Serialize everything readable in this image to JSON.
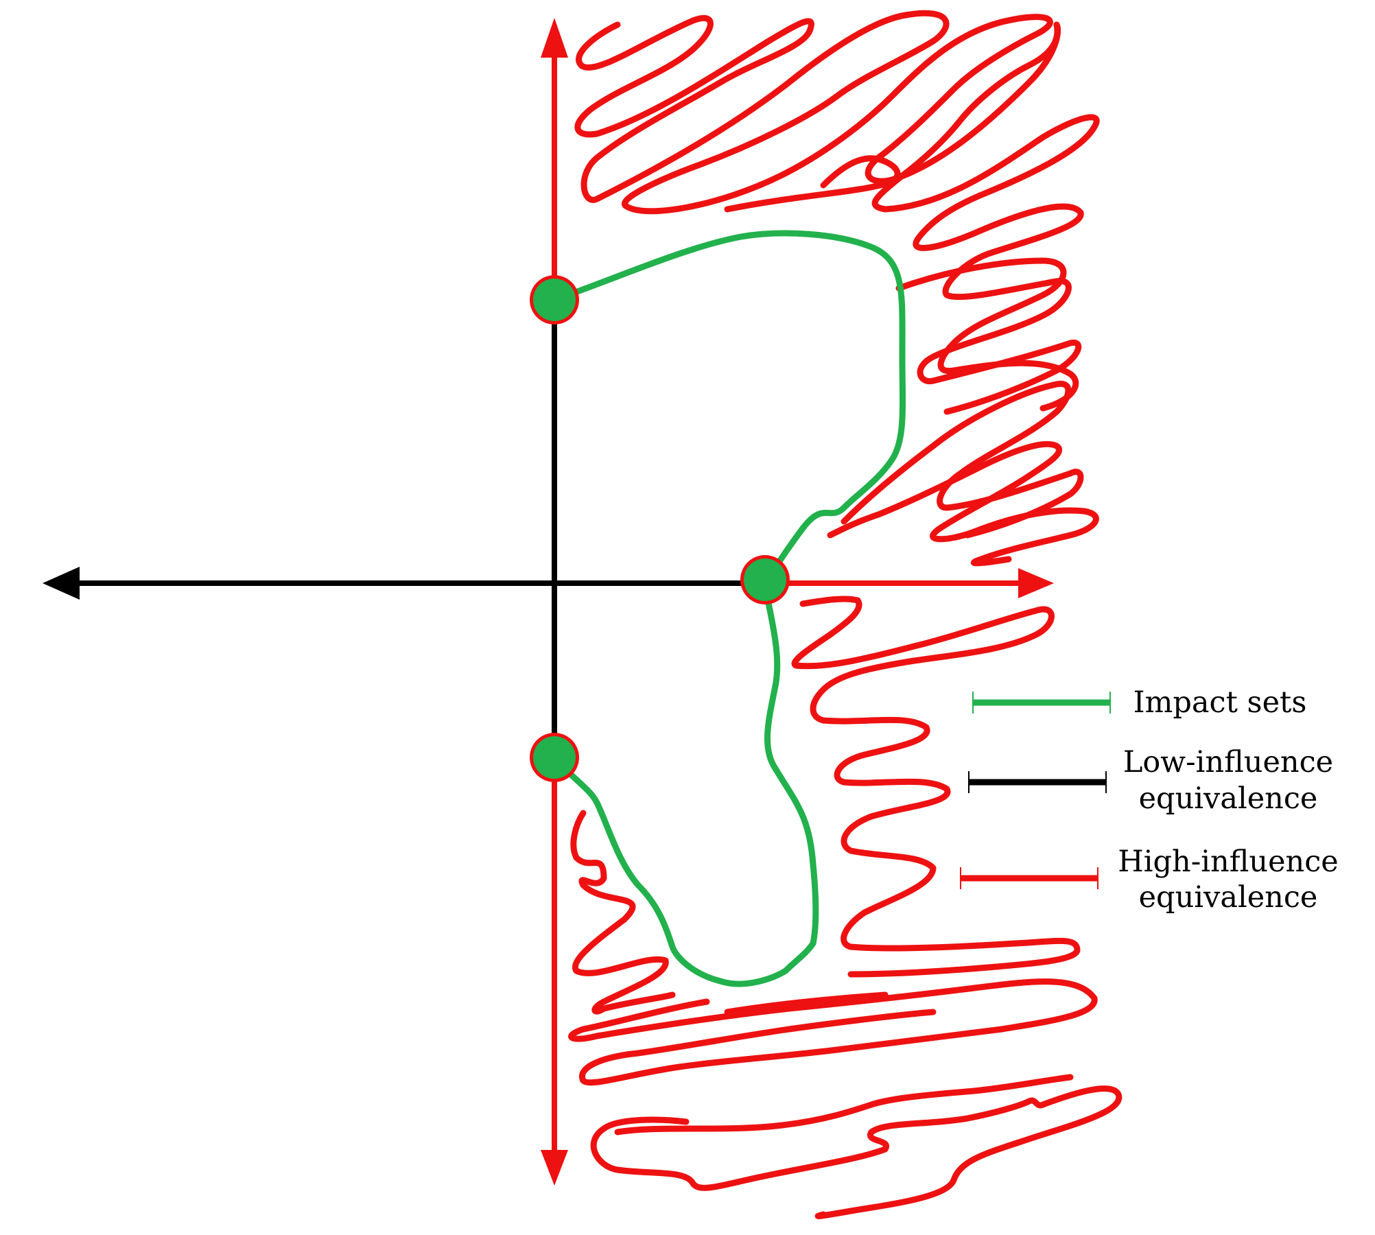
{
  "colors": {
    "impact": "#22b14c",
    "low_influence": "#000000",
    "high_influence": "#ee1111",
    "background": "#ffffff"
  },
  "legend": {
    "items": [
      {
        "key": "impact",
        "lines": [
          "Impact sets"
        ]
      },
      {
        "key": "low_influence",
        "lines": [
          "Low-influence",
          "equivalence"
        ]
      },
      {
        "key": "high_influence",
        "lines": [
          "High-influence",
          "equivalence"
        ]
      }
    ]
  },
  "points": [
    "upper-axis-point",
    "right-axis-point",
    "lower-axis-point"
  ]
}
